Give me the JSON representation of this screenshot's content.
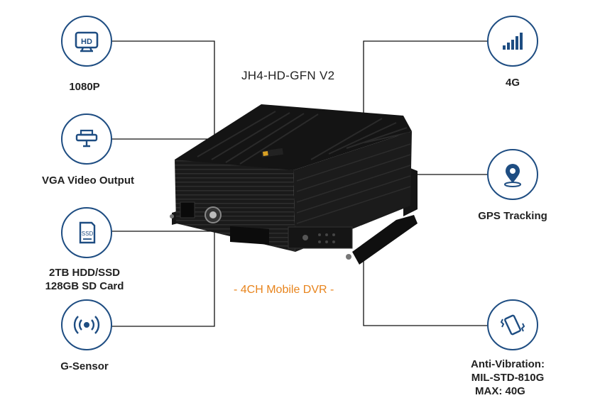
{
  "product": {
    "model": "JH4-HD-GFN V2",
    "subtitle": "- 4CH Mobile DVR -",
    "accent_color": "#e8841c",
    "icon_color": "#1e4d82"
  },
  "features": {
    "hd": {
      "icon": "hd-icon",
      "label": "1080P"
    },
    "vga": {
      "icon": "vga-connector-icon",
      "label": "VGA Video Output"
    },
    "storage": {
      "icon": "ssd-card-icon",
      "line1": "2TB HDD/SSD",
      "line2": "128GB SD Card"
    },
    "gsensor": {
      "icon": "g-sensor-icon",
      "label": "G-Sensor"
    },
    "network": {
      "icon": "signal-bars-icon",
      "label": "4G"
    },
    "gps": {
      "icon": "map-pin-icon",
      "label": "GPS Tracking"
    },
    "vibration": {
      "icon": "vibrating-phone-icon",
      "line1": "Anti-Vibration:",
      "line2": "MIL-STD-810G",
      "line3": "MAX: 40G"
    }
  }
}
